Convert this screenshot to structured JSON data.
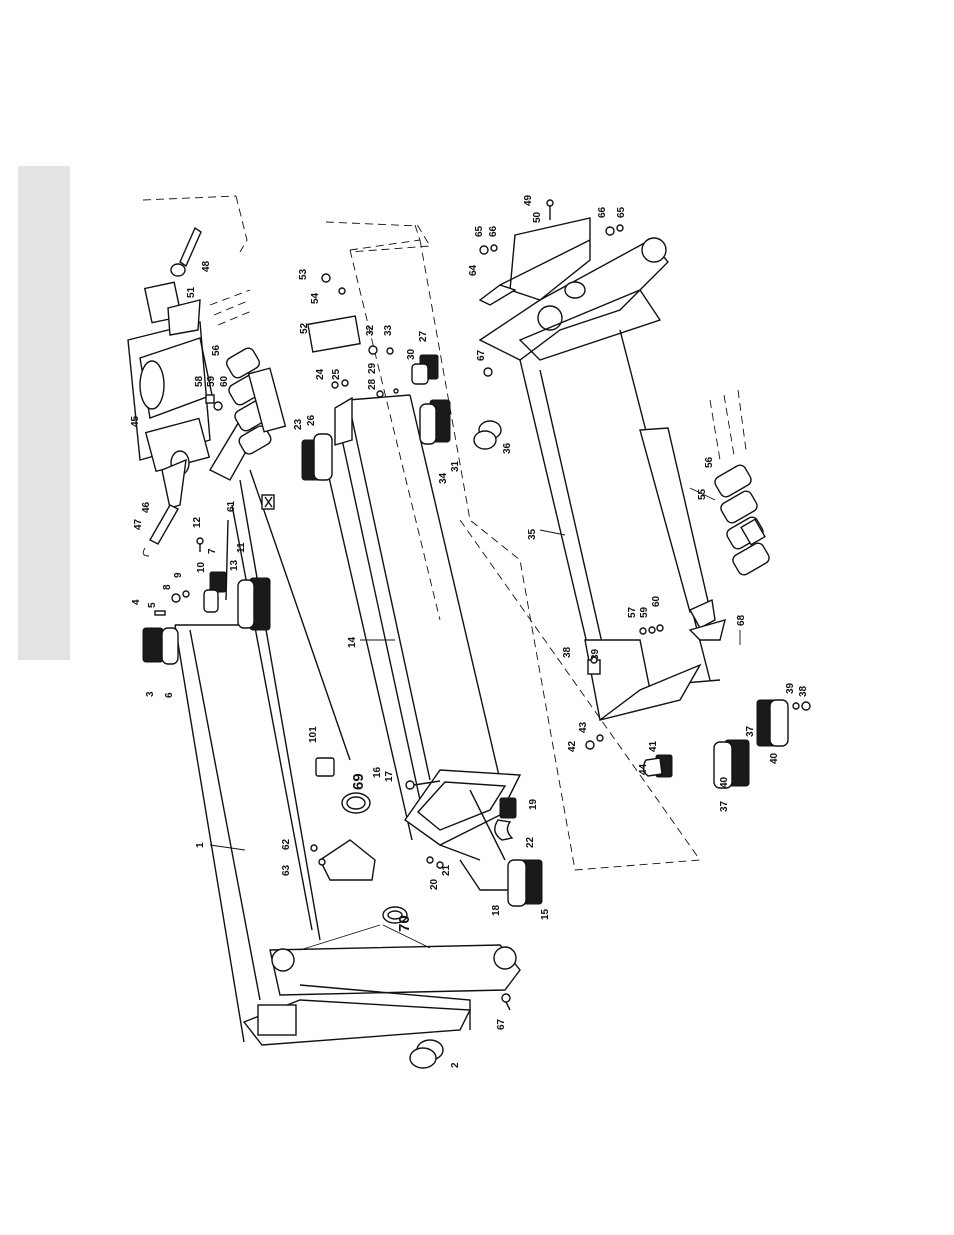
{
  "labels": [
    {
      "id": "p1",
      "text": "1"
    },
    {
      "id": "p2",
      "text": "2"
    },
    {
      "id": "p3",
      "text": "3"
    },
    {
      "id": "p4",
      "text": "4"
    },
    {
      "id": "p5",
      "text": "5"
    },
    {
      "id": "p6",
      "text": "6"
    },
    {
      "id": "p7",
      "text": "7"
    },
    {
      "id": "p8",
      "text": "8"
    },
    {
      "id": "p9",
      "text": "9"
    },
    {
      "id": "p10",
      "text": "10"
    },
    {
      "id": "p11",
      "text": "11"
    },
    {
      "id": "p12",
      "text": "12"
    },
    {
      "id": "p13",
      "text": "13"
    },
    {
      "id": "p14",
      "text": "14"
    },
    {
      "id": "p15",
      "text": "15"
    },
    {
      "id": "p16",
      "text": "16"
    },
    {
      "id": "p17",
      "text": "17"
    },
    {
      "id": "p18",
      "text": "18"
    },
    {
      "id": "p19",
      "text": "19"
    },
    {
      "id": "p20",
      "text": "20"
    },
    {
      "id": "p21",
      "text": "21"
    },
    {
      "id": "p22",
      "text": "22"
    },
    {
      "id": "p23",
      "text": "23"
    },
    {
      "id": "p24",
      "text": "24"
    },
    {
      "id": "p25",
      "text": "25"
    },
    {
      "id": "p26",
      "text": "26"
    },
    {
      "id": "p27",
      "text": "27"
    },
    {
      "id": "p28",
      "text": "28"
    },
    {
      "id": "p29",
      "text": "29"
    },
    {
      "id": "p30",
      "text": "30"
    },
    {
      "id": "p31",
      "text": "31"
    },
    {
      "id": "p32",
      "text": "32"
    },
    {
      "id": "p33",
      "text": "33"
    },
    {
      "id": "p34",
      "text": "34"
    },
    {
      "id": "p35",
      "text": "35"
    },
    {
      "id": "p36",
      "text": "36"
    },
    {
      "id": "p37a",
      "text": "37"
    },
    {
      "id": "p37b",
      "text": "37"
    },
    {
      "id": "p38a",
      "text": "38"
    },
    {
      "id": "p38b",
      "text": "38"
    },
    {
      "id": "p39a",
      "text": "39"
    },
    {
      "id": "p39b",
      "text": "39"
    },
    {
      "id": "p40a",
      "text": "40"
    },
    {
      "id": "p40b",
      "text": "40"
    },
    {
      "id": "p41",
      "text": "41"
    },
    {
      "id": "p42",
      "text": "42"
    },
    {
      "id": "p43",
      "text": "43"
    },
    {
      "id": "p44",
      "text": "44"
    },
    {
      "id": "p45",
      "text": "45"
    },
    {
      "id": "p46",
      "text": "46"
    },
    {
      "id": "p47",
      "text": "47"
    },
    {
      "id": "p48",
      "text": "48"
    },
    {
      "id": "p49",
      "text": "49"
    },
    {
      "id": "p50",
      "text": "50"
    },
    {
      "id": "p51",
      "text": "51"
    },
    {
      "id": "p52",
      "text": "52"
    },
    {
      "id": "p53",
      "text": "53"
    },
    {
      "id": "p54",
      "text": "54"
    },
    {
      "id": "p55",
      "text": "55"
    },
    {
      "id": "p56a",
      "text": "56"
    },
    {
      "id": "p56b",
      "text": "56"
    },
    {
      "id": "p57",
      "text": "57"
    },
    {
      "id": "p58",
      "text": "58"
    },
    {
      "id": "p59a",
      "text": "59"
    },
    {
      "id": "p59b",
      "text": "59"
    },
    {
      "id": "p60a",
      "text": "60"
    },
    {
      "id": "p60b",
      "text": "60"
    },
    {
      "id": "p61",
      "text": "61"
    },
    {
      "id": "p62",
      "text": "62"
    },
    {
      "id": "p63",
      "text": "63"
    },
    {
      "id": "p64",
      "text": "64"
    },
    {
      "id": "p65a",
      "text": "65"
    },
    {
      "id": "p65b",
      "text": "65"
    },
    {
      "id": "p66a",
      "text": "66"
    },
    {
      "id": "p66b",
      "text": "66"
    },
    {
      "id": "p67a",
      "text": "67"
    },
    {
      "id": "p67b",
      "text": "67"
    },
    {
      "id": "p68",
      "text": "68"
    },
    {
      "id": "p69",
      "text": "69"
    },
    {
      "id": "p70",
      "text": "70"
    },
    {
      "id": "p101",
      "text": "101"
    }
  ]
}
